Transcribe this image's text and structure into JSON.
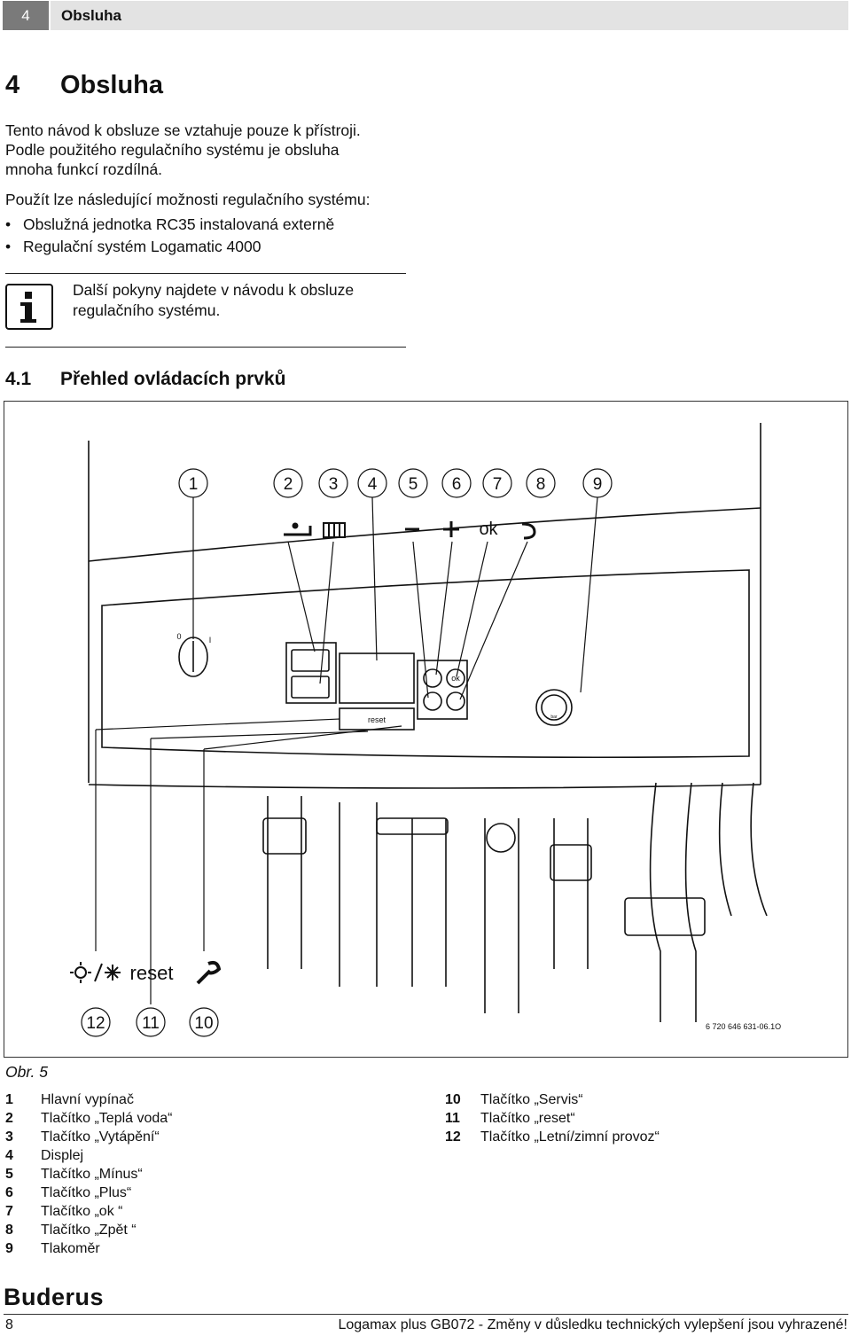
{
  "header": {
    "chapter_num": "4",
    "chapter_title": "Obsluha"
  },
  "section": {
    "num": "4",
    "title": "Obsluha"
  },
  "intro": [
    "Tento návod k obsluze se vztahuje pouze k přístroji.",
    "Podle použitého regulačního systému je obsluha",
    "mnoha funkcí rozdílná."
  ],
  "options_intro": "Použít lze následující možnosti regulačního systému:",
  "bullets": [
    "Obslužná jednotka RC35 instalovaná externě",
    "Regulační systém Logamatic 4000"
  ],
  "info": {
    "icon": "info-icon",
    "lines": [
      "Další pokyny najdete v návodu k obsluze",
      "regulačního systému."
    ]
  },
  "subsection": {
    "num": "4.1",
    "title": "Přehled ovládacích prvků"
  },
  "figure": {
    "callouts_top": [
      "1",
      "2",
      "3",
      "4",
      "5",
      "6",
      "7",
      "8",
      "9"
    ],
    "callouts_bottom": [
      "12",
      "11",
      "10"
    ],
    "button_ok": "ok",
    "button_reset": "reset",
    "switch_off": "0",
    "switch_on": "I",
    "gauge_unit": "bar",
    "ref": "6 720 646 631-06.1O"
  },
  "caption": "Obr. 5",
  "legend_left": [
    {
      "n": "1",
      "text": "Hlavní vypínač"
    },
    {
      "n": "2",
      "text": "Tlačítko „Teplá voda“"
    },
    {
      "n": "3",
      "text": "Tlačítko „Vytápění“"
    },
    {
      "n": "4",
      "text": "Displej"
    },
    {
      "n": "5",
      "text": "Tlačítko „Mínus“"
    },
    {
      "n": "6",
      "text": "Tlačítko „Plus“"
    },
    {
      "n": "7",
      "text": "Tlačítko „ok “"
    },
    {
      "n": "8",
      "text": "Tlačítko „Zpět “"
    },
    {
      "n": "9",
      "text": "Tlakoměr"
    }
  ],
  "legend_right": [
    {
      "n": "10",
      "text": "Tlačítko „Servis“"
    },
    {
      "n": "11",
      "text": "Tlačítko „reset“"
    },
    {
      "n": "12",
      "text": "Tlačítko „Letní/zimní provoz“"
    }
  ],
  "footer": {
    "brand": "Buderus",
    "page": "8",
    "text": "Logamax plus GB072 - Změny v důsledku technických vylepšení jsou vyhrazené!"
  }
}
